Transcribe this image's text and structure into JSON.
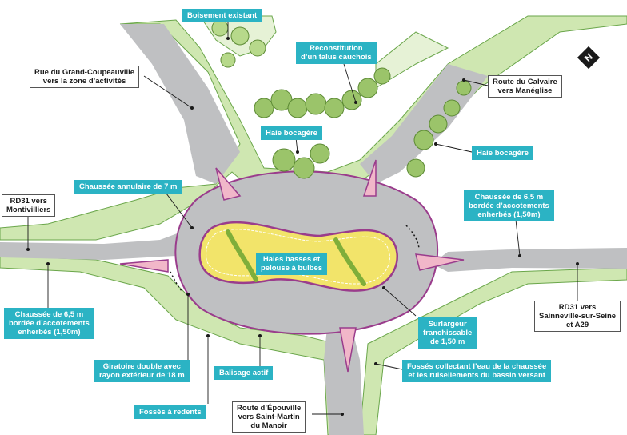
{
  "labels": {
    "boisement": "Boisement existant",
    "talus": "Reconstitution\nd’un talus cauchois",
    "rue_grand": "Rue du Grand-Coupeauville\nvers la zone d’activités",
    "route_calvaire": "Route du Calvaire\nvers Manéglise",
    "haie_bocagere_1": "Haie bocagère",
    "haie_bocagere_2": "Haie bocagère",
    "chaussee_annulaire": "Chaussée annulaire de 7 m",
    "rd31_montivilliers": "RD31 vers\nMontivilliers",
    "chaussee_droite": "Chaussée de 6,5 m\nbordée d’accotements\nenherbés (1,50m)",
    "haies_basses": "Haies basses et\npelouse à bulbes",
    "chaussee_gauche": "Chaussée de 6,5 m\nbordée d’accotements\nenherbés (1,50m)",
    "rd31_sainneville": "RD31 vers\nSainneville-sur-Seine\net A29",
    "surlargeur": "Surlargeur\nfranchissable\nde 1,50 m",
    "giratoire": "Giratoire double avec\nrayon extérieur de 18 m",
    "balisage": "Balisage actif",
    "fosses_collectant": "Fossés collectant l’eau de la chaussée\net les ruisellements du bassin versant",
    "fosses_redents": "Fossés à redents",
    "route_epouville": "Route d’Épouville\nvers Saint-Martin\ndu Manoir"
  },
  "north_letter": "N",
  "colors": {
    "teal": "#2bb3c4",
    "green": "#78b944",
    "yellow": "#fdf48a",
    "road": "#bfc0c2",
    "verge": "#c9e3a8",
    "island": "#f2e46a",
    "border": "#9a3c8c"
  }
}
